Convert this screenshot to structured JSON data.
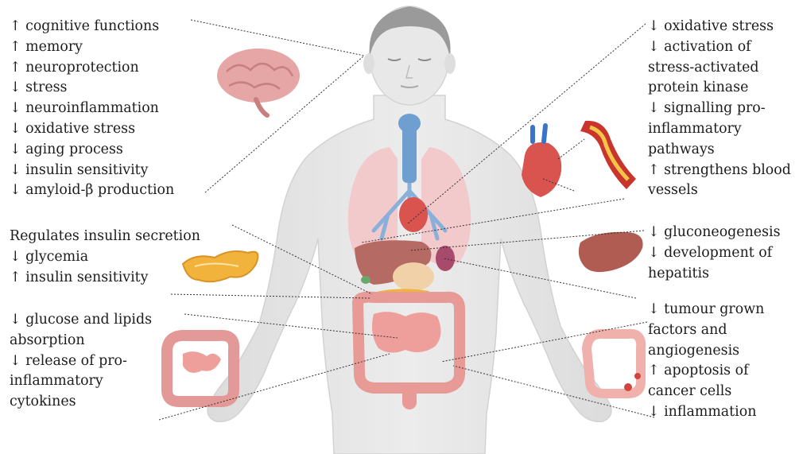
{
  "brain_effects": [
    "↑ cognitive functions",
    "↑ memory",
    "↑ neuroprotection",
    "↓ stress",
    "↓ neuroinflammation",
    "↓ oxidative stress",
    "↓ aging process",
    "↓ insulin sensitivity",
    "↓ amyloid-β production"
  ],
  "pancreas_effects": [
    "Regulates insulin secretion",
    "↓ glycemia",
    "↑ insulin sensitivity"
  ],
  "intestine_effects": [
    "↓ glucose and lipids",
    "absorption",
    "↓ release of pro-",
    "inflammatory",
    "cytokines"
  ],
  "heart_effects": [
    "↓ oxidative stress",
    "↓ activation of",
    "stress-activated",
    "protein kinase",
    "↓ signalling pro-",
    "inflammatory",
    "pathways",
    "↑ strengthens blood",
    "vessels"
  ],
  "liver_effects": [
    "↓ gluconeogenesis",
    "↓ development of",
    "hepatitis"
  ],
  "colon_effects": [
    "↓ tumour grown",
    "factors and",
    "angiogenesis",
    "↑ apoptosis of",
    "cancer cells",
    "↓ inflammation"
  ],
  "colors": {
    "skin": "#e6e6e6",
    "hair": "#9a9a9a",
    "organ_red": "#e07b7b",
    "pancreas": "#f2b33d",
    "airway": "#6f9fd0",
    "text": "#1c1c1c"
  }
}
